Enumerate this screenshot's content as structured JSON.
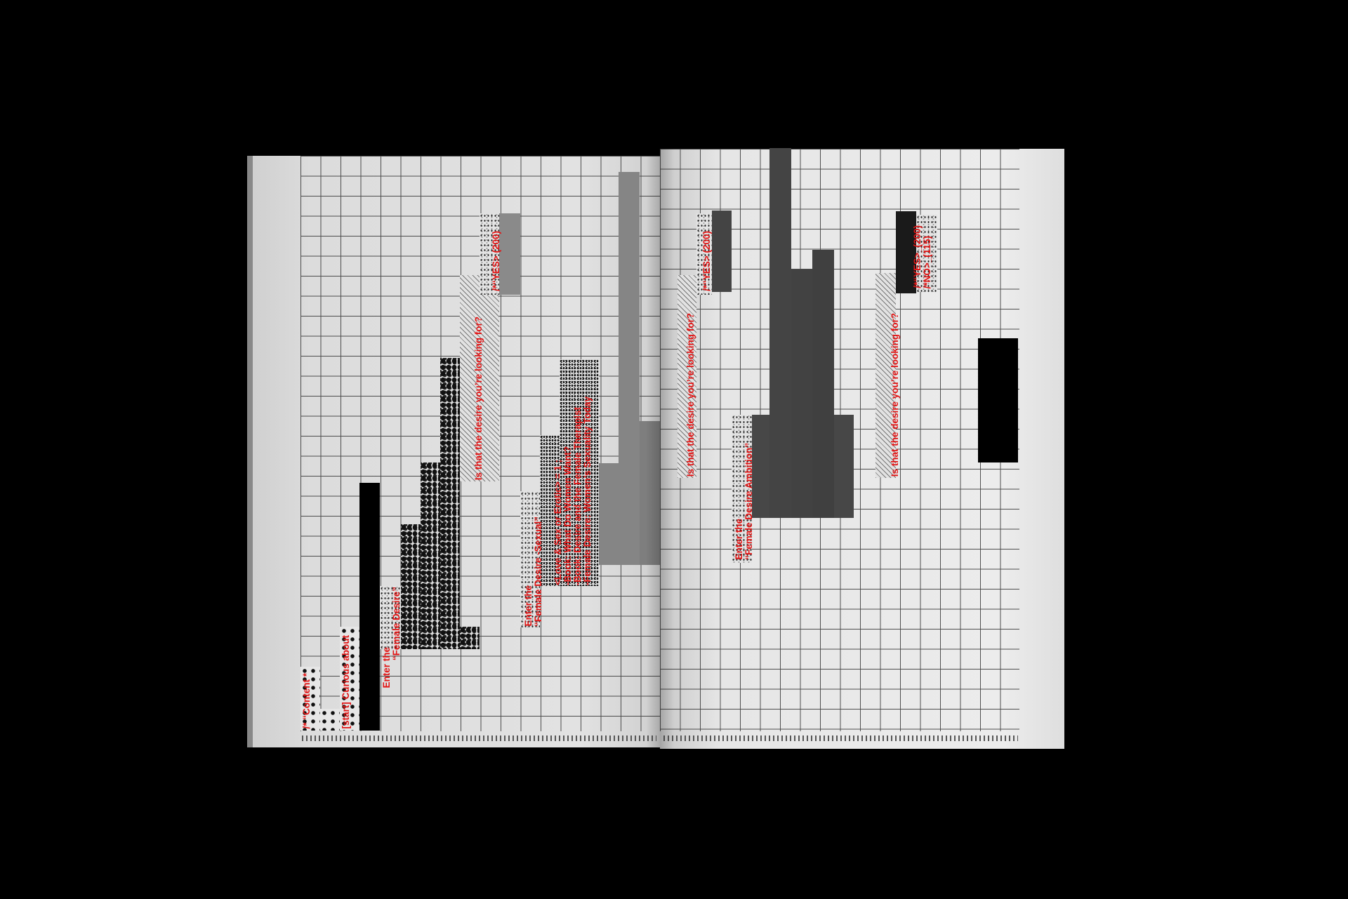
{
  "left_page": {
    "content_label": "/* “Content *",
    "start_label": "[start] Curious about",
    "enter_1": "Enter the",
    "enter_1b": "“Female Desire”",
    "question_1": "Is that the desire you’re looking for?",
    "yes_1": "/*“YES> (200)",
    "enter_2": "Enter the",
    "enter_2b": "“Female Desire -Sexual”",
    "list": [
      "<Love & Sex or Erotic> = 1 ;",
      "-Book: What Do Women Want?",
      "-Book: Desire and the Female Therapist",
      "-Female Desire: Women’s Sexuality Today"
    ]
  },
  "right_page": {
    "question_2": "Is that the desire you’re looking for?",
    "yes_2": "/*“YES> (200)",
    "enter_3": "Enter the",
    "enter_3b": "“Female Desire Ambition”",
    "question_3": "Is that the desire you’re looking for?",
    "yes_3": "/*“YES>_(200)",
    "no_3": "/*NO>_(115)"
  },
  "colors": {
    "accent": "#e31414",
    "background": "#000000"
  }
}
